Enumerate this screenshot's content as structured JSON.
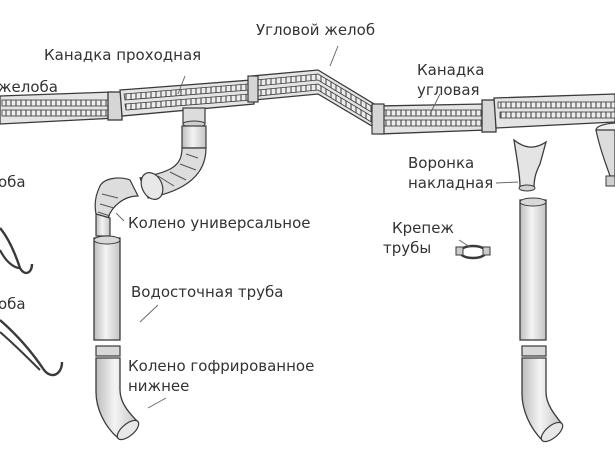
{
  "labels": {
    "gutter_left": "желоба",
    "connector_pass": "Канадка проходная",
    "corner_gutter": "Угловой желоб",
    "connector_corner_1": "Канадка",
    "connector_corner_2": "угловая",
    "pipe_upper": "оба",
    "pipe_lower": "оба",
    "funnel_1": "Воронка",
    "funnel_2": "накладная",
    "elbow_universal": "Колено универсальное",
    "pipe_clamp_1": "Крепеж",
    "pipe_clamp_2": "трубы",
    "downpipe": "Водосточная труба",
    "elbow_corr_1": "Колено гофрированное",
    "elbow_corr_2": "нижнее"
  },
  "colors": {
    "stroke": "#3a3a3a",
    "fill": "#e9e9e9",
    "fill_dark": "#cfcfcf",
    "text": "#333333",
    "leader": "#6a6a6a"
  }
}
